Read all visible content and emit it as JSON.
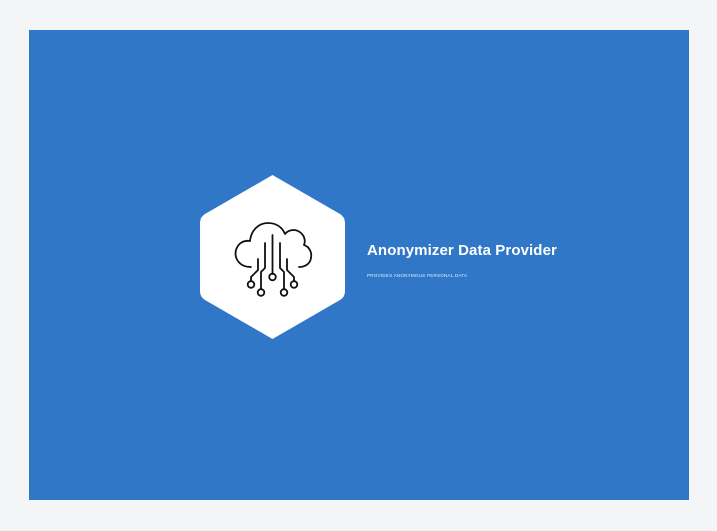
{
  "app": {
    "title": "Anonymizer Data Provider",
    "subtitle": "PROVIDES ANONYMOUS PERSONAL DATA"
  },
  "logo": {
    "icon": "cloud-circuit-icon",
    "shape": "hexagon"
  },
  "colors": {
    "page_background": "#f4f5f7",
    "panel_background": "#3077c7",
    "logo_background": "#ffffff",
    "icon_stroke": "#111111",
    "text": "#ffffff"
  }
}
